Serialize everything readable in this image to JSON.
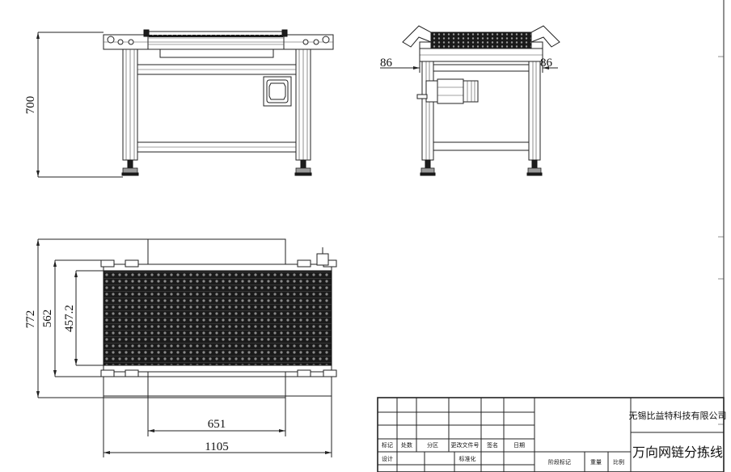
{
  "drawing": {
    "front_view": {
      "dims": {
        "height": "700"
      }
    },
    "side_view": {
      "dims": {
        "left_offset": "86",
        "right_offset": "86"
      }
    },
    "top_view": {
      "dims": {
        "outer_width": "772",
        "belt_width": "562",
        "inner_width": "457.2",
        "center_length": "651",
        "total_length": "1105"
      }
    }
  },
  "title_block": {
    "header_row": [
      "标记",
      "处数",
      "分区",
      "更改文件号",
      "签名",
      "日期"
    ],
    "row_design": "设计",
    "row_standard": "标准化",
    "stage_mark": "阶段标记",
    "weight": "重量",
    "scale": "比例",
    "company": "无锡比益特科技有限公司",
    "product_name": "万向网链分拣线"
  }
}
